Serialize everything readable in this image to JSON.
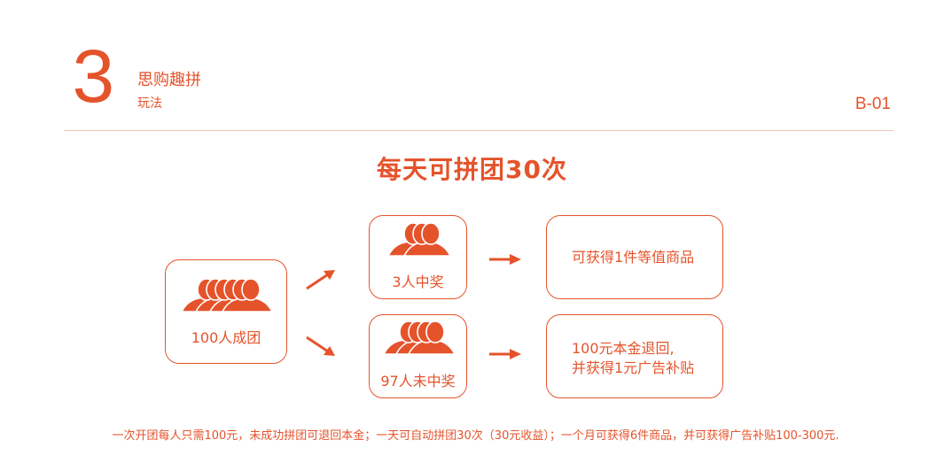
{
  "header": {
    "section_number": "3",
    "section_title": "思购趣拼",
    "section_subtitle": "玩法",
    "page_code": "B-01"
  },
  "headline": "每天可拼团30次",
  "team_card": {
    "label": "100人成团",
    "icon": "group-people-icon"
  },
  "win_card": {
    "label": "3人中奖",
    "icon": "group-people-icon"
  },
  "lose_card": {
    "label": "97人未中奖",
    "icon": "group-people-icon"
  },
  "prize_card": {
    "text": "可获得1件等值商品"
  },
  "refund_card": {
    "line1": "100元本金退回,",
    "line2": "并获得1元广告补贴"
  },
  "footnote": "一次开团每人只需100元，未成功拼团可退回本金；一天可自动拼团30次（30元收益）；一个月可获得6件商品，并可获得广告补贴100-300元.",
  "colors": {
    "accent": "#e5532b",
    "rule": "#f0c7b7"
  }
}
